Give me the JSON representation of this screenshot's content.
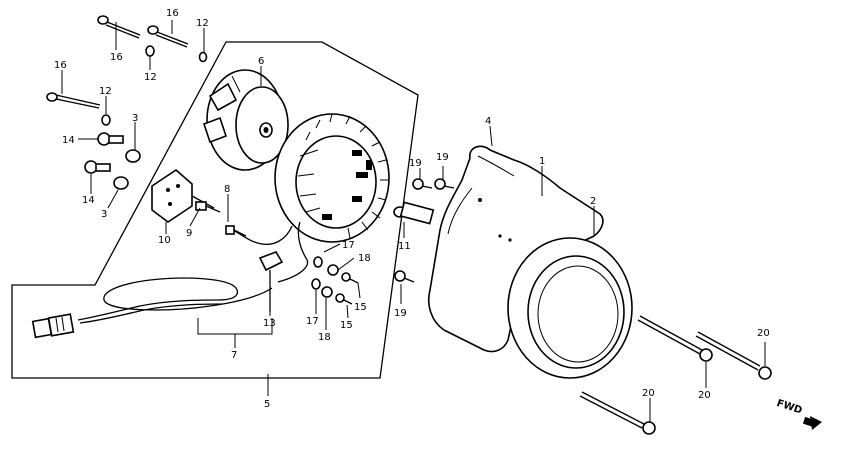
{
  "callouts": [
    {
      "id": "c16a",
      "text": "16"
    },
    {
      "id": "c16b",
      "text": "16"
    },
    {
      "id": "c12a",
      "text": "12"
    },
    {
      "id": "c12b",
      "text": "12"
    },
    {
      "id": "c16c",
      "text": "16"
    },
    {
      "id": "c12c",
      "text": "12"
    },
    {
      "id": "c6",
      "text": "6"
    },
    {
      "id": "c3a",
      "text": "3"
    },
    {
      "id": "c14a",
      "text": "14"
    },
    {
      "id": "c14b",
      "text": "14"
    },
    {
      "id": "c3b",
      "text": "3"
    },
    {
      "id": "c8",
      "text": "8"
    },
    {
      "id": "c9",
      "text": "9"
    },
    {
      "id": "c10",
      "text": "10"
    },
    {
      "id": "c17a",
      "text": "17"
    },
    {
      "id": "c18a",
      "text": "18"
    },
    {
      "id": "c15a",
      "text": "15"
    },
    {
      "id": "c15b",
      "text": "15"
    },
    {
      "id": "c17b",
      "text": "17"
    },
    {
      "id": "c18b",
      "text": "18"
    },
    {
      "id": "c13",
      "text": "13"
    },
    {
      "id": "c7",
      "text": "7"
    },
    {
      "id": "c5",
      "text": "5"
    },
    {
      "id": "c4",
      "text": "4"
    },
    {
      "id": "c1",
      "text": "1"
    },
    {
      "id": "c2",
      "text": "2"
    },
    {
      "id": "c19a",
      "text": "19"
    },
    {
      "id": "c19b",
      "text": "19"
    },
    {
      "id": "c11",
      "text": "11"
    },
    {
      "id": "c19c",
      "text": "19"
    },
    {
      "id": "c20a",
      "text": "20"
    },
    {
      "id": "c20b",
      "text": "20"
    },
    {
      "id": "c20c",
      "text": "20"
    }
  ],
  "direction_label": "FWD",
  "colors": {
    "ink": "#000000",
    "paper": "#ffffff"
  }
}
